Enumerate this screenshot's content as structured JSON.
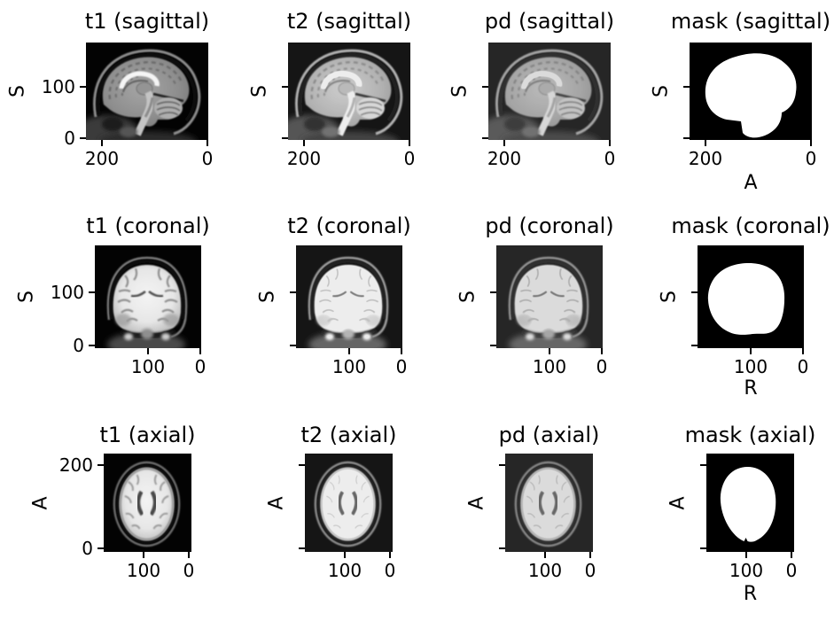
{
  "figure": {
    "background": "#ffffff",
    "text_color": "#000000",
    "modalities": [
      "t1",
      "t2",
      "pd",
      "mask"
    ],
    "views": [
      "sagittal",
      "coronal",
      "axial"
    ]
  },
  "chart_data": [
    {
      "type": "heatmap",
      "modality": "t1",
      "view": "sagittal",
      "title": "t1 (sagittal)",
      "xlabel": "",
      "ylabel": "S",
      "xticklabels": [
        "200",
        "0"
      ],
      "yticklabels": [
        "100",
        "0"
      ],
      "x_axis_inverted": true,
      "content": "T1-weighted MRI mid-sagittal brain slice, grayscale on black"
    },
    {
      "type": "heatmap",
      "modality": "t2",
      "view": "sagittal",
      "title": "t2 (sagittal)",
      "xlabel": "",
      "ylabel": "S",
      "xticklabels": [
        "200",
        "0"
      ],
      "yticklabels": [],
      "x_axis_inverted": true,
      "content": "T2-weighted MRI mid-sagittal brain slice, grayscale on black"
    },
    {
      "type": "heatmap",
      "modality": "pd",
      "view": "sagittal",
      "title": "pd (sagittal)",
      "xlabel": "",
      "ylabel": "S",
      "xticklabels": [
        "200",
        "0"
      ],
      "yticklabels": [],
      "x_axis_inverted": true,
      "content": "Proton-density MRI mid-sagittal brain slice, grayscale on black"
    },
    {
      "type": "heatmap",
      "modality": "mask",
      "view": "sagittal",
      "title": "mask (sagittal)",
      "xlabel": "A",
      "ylabel": "S",
      "xticklabels": [
        "200",
        "0"
      ],
      "yticklabels": [],
      "x_axis_inverted": true,
      "content": "Binary brain mask, sagittal: white brain silhouette on black"
    },
    {
      "type": "heatmap",
      "modality": "t1",
      "view": "coronal",
      "title": "t1 (coronal)",
      "xlabel": "",
      "ylabel": "S",
      "xticklabels": [
        "100",
        "0"
      ],
      "yticklabels": [
        "100",
        "0"
      ],
      "x_axis_inverted": true,
      "content": "T1-weighted MRI coronal brain slice, grayscale on black"
    },
    {
      "type": "heatmap",
      "modality": "t2",
      "view": "coronal",
      "title": "t2 (coronal)",
      "xlabel": "",
      "ylabel": "S",
      "xticklabels": [
        "100",
        "0"
      ],
      "yticklabels": [],
      "x_axis_inverted": true,
      "content": "T2-weighted MRI coronal brain slice, grayscale on black"
    },
    {
      "type": "heatmap",
      "modality": "pd",
      "view": "coronal",
      "title": "pd (coronal)",
      "xlabel": "",
      "ylabel": "S",
      "xticklabels": [
        "100",
        "0"
      ],
      "yticklabels": [],
      "x_axis_inverted": true,
      "content": "Proton-density MRI coronal brain slice, grayscale on black"
    },
    {
      "type": "heatmap",
      "modality": "mask",
      "view": "coronal",
      "title": "mask (coronal)",
      "xlabel": "R",
      "ylabel": "S",
      "xticklabels": [
        "100",
        "0"
      ],
      "yticklabels": [],
      "x_axis_inverted": true,
      "content": "Binary brain mask, coronal: white brain silhouette on black"
    },
    {
      "type": "heatmap",
      "modality": "t1",
      "view": "axial",
      "title": "t1 (axial)",
      "xlabel": "",
      "ylabel": "A",
      "xticklabels": [
        "100",
        "0"
      ],
      "yticklabels": [
        "200",
        "0"
      ],
      "x_axis_inverted": true,
      "content": "T1-weighted MRI axial brain slice with dark lateral ventricles, grayscale on black"
    },
    {
      "type": "heatmap",
      "modality": "t2",
      "view": "axial",
      "title": "t2 (axial)",
      "xlabel": "",
      "ylabel": "A",
      "xticklabels": [
        "100",
        "0"
      ],
      "yticklabels": [],
      "x_axis_inverted": true,
      "content": "T2-weighted MRI axial brain slice, grayscale on black"
    },
    {
      "type": "heatmap",
      "modality": "pd",
      "view": "axial",
      "title": "pd (axial)",
      "xlabel": "",
      "ylabel": "A",
      "xticklabels": [
        "100",
        "0"
      ],
      "yticklabels": [],
      "x_axis_inverted": true,
      "content": "Proton-density MRI axial brain slice, grayscale on black"
    },
    {
      "type": "heatmap",
      "modality": "mask",
      "view": "axial",
      "title": "mask (axial)",
      "xlabel": "R",
      "ylabel": "A",
      "xticklabels": [
        "100",
        "0"
      ],
      "yticklabels": [],
      "x_axis_inverted": true,
      "content": "Binary brain mask, axial: white oval silhouette on black"
    }
  ]
}
